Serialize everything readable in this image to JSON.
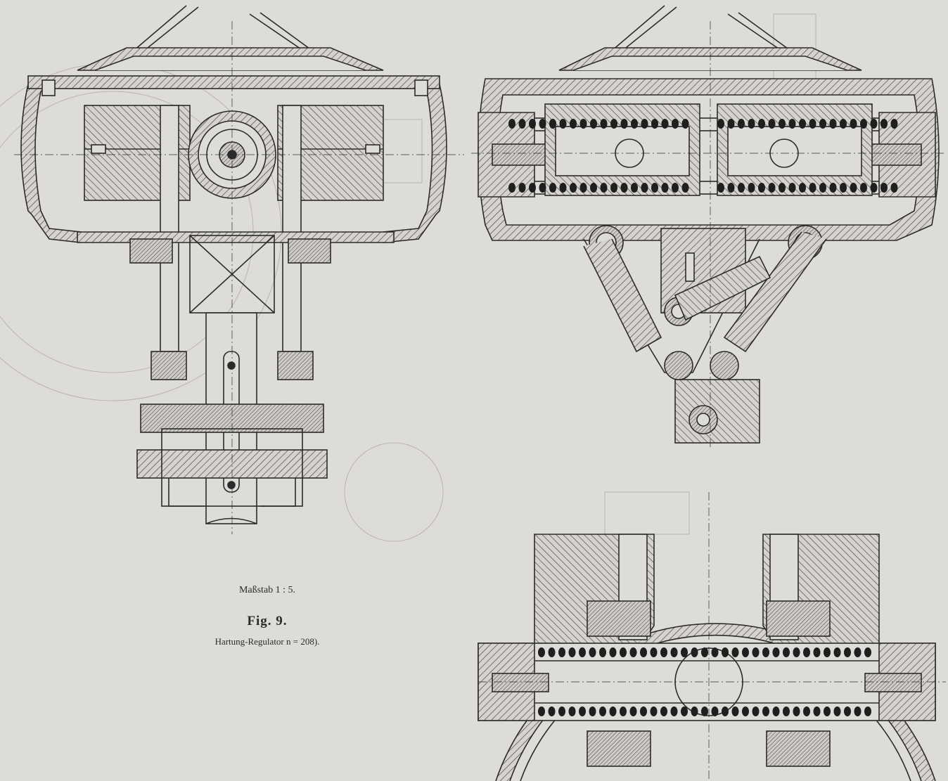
{
  "figure": {
    "scale_label": "Maßstab 1 : 5.",
    "figure_number": "Fig. 9.",
    "title": "Hartung-Regulator   n  =  208)."
  },
  "colors": {
    "paper": "#dedcd9",
    "ink": "#2b2b2b",
    "hatch": "#4a4a4a",
    "bleed_through": "#b7b4b0"
  },
  "views": [
    {
      "name": "section-view-left",
      "description_icon": "regulator-section"
    },
    {
      "name": "section-view-right-top",
      "description_icon": "regulator-spring-section"
    },
    {
      "name": "plan-view-right-bottom",
      "description_icon": "regulator-plan"
    }
  ]
}
